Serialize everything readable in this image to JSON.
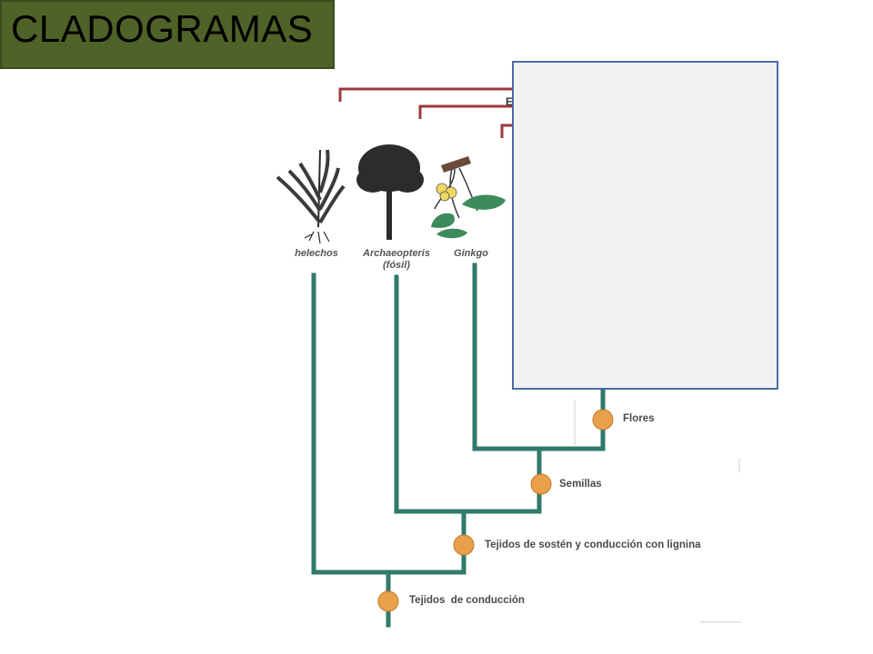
{
  "slide": {
    "title": "CLADOGRAMAS"
  },
  "cladogram": {
    "taxa": [
      {
        "id": "helechos",
        "label": "helechos"
      },
      {
        "id": "archaeopteris",
        "label": "Archaeopteris",
        "sublabel": "(fósil)"
      },
      {
        "id": "ginkgo",
        "label": "Ginkgo"
      }
    ],
    "traits": [
      {
        "id": "flores",
        "label": "Flores"
      },
      {
        "id": "semillas",
        "label": "Semillas"
      },
      {
        "id": "lignina",
        "label": "Tejidos de sostén y conducción con lignina"
      },
      {
        "id": "conduccion",
        "label": "Tejidos  de conducción"
      }
    ],
    "colors": {
      "branch": "#2f7a6a",
      "node": "#e8a04a",
      "bracket": "#9c3a3a",
      "overlay_border": "#4a6da8",
      "title_bg": "#4f6228"
    }
  }
}
